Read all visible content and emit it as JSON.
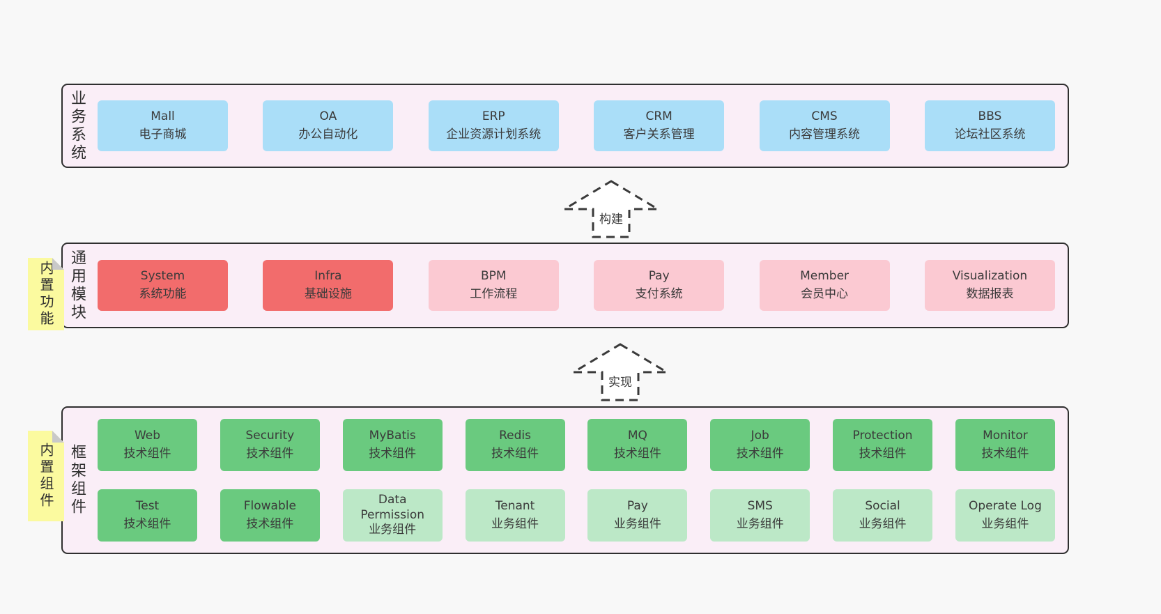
{
  "colors": {
    "background": "#f8f8f8",
    "container_fill": "#faeef7",
    "container_border": "#2f2f2f",
    "blue_box": "#aadef8",
    "red_box": "#f26c6c",
    "pink_box": "#fbc9d2",
    "green_box": "#6aca7f",
    "light_green_box": "#bce8c7",
    "note_yellow": "#fbfa9f",
    "note_fold_gray": "#c9c9c9",
    "text": "#3a3a3a"
  },
  "arrows": [
    {
      "label": "构建"
    },
    {
      "label": "实现"
    }
  ],
  "layers": {
    "business": {
      "label": "业务系统",
      "boxes": [
        {
          "title": "Mall",
          "subtitle": "电子商城"
        },
        {
          "title": "OA",
          "subtitle": "办公自动化"
        },
        {
          "title": "ERP",
          "subtitle": "企业资源计划系统"
        },
        {
          "title": "CRM",
          "subtitle": "客户关系管理"
        },
        {
          "title": "CMS",
          "subtitle": "内容管理系统"
        },
        {
          "title": "BBS",
          "subtitle": "论坛社区系统"
        }
      ]
    },
    "modules": {
      "label": "通用模块",
      "note": "内置功能",
      "boxes": [
        {
          "title": "System",
          "subtitle": "系统功能",
          "variant": "red"
        },
        {
          "title": "Infra",
          "subtitle": "基础设施",
          "variant": "red"
        },
        {
          "title": "BPM",
          "subtitle": "工作流程",
          "variant": "pink"
        },
        {
          "title": "Pay",
          "subtitle": "支付系统",
          "variant": "pink"
        },
        {
          "title": "Member",
          "subtitle": "会员中心",
          "variant": "pink"
        },
        {
          "title": "Visualization",
          "subtitle": "数据报表",
          "variant": "pink"
        }
      ]
    },
    "components": {
      "label": "框架组件",
      "note": "内置组件",
      "row1": [
        {
          "title": "Web",
          "subtitle": "技术组件",
          "variant": "green"
        },
        {
          "title": "Security",
          "subtitle": "技术组件",
          "variant": "green"
        },
        {
          "title": "MyBatis",
          "subtitle": "技术组件",
          "variant": "green"
        },
        {
          "title": "Redis",
          "subtitle": "技术组件",
          "variant": "green"
        },
        {
          "title": "MQ",
          "subtitle": "技术组件",
          "variant": "green"
        },
        {
          "title": "Job",
          "subtitle": "技术组件",
          "variant": "green"
        },
        {
          "title": "Protection",
          "subtitle": "技术组件",
          "variant": "green"
        },
        {
          "title": "Monitor",
          "subtitle": "技术组件",
          "variant": "green"
        }
      ],
      "row2": [
        {
          "title": "Test",
          "subtitle": "技术组件",
          "variant": "green"
        },
        {
          "title": "Flowable",
          "subtitle": "技术组件",
          "variant": "green"
        },
        {
          "title": "Data Permission",
          "subtitle": "业务组件",
          "variant": "light-green"
        },
        {
          "title": "Tenant",
          "subtitle": "业务组件",
          "variant": "light-green"
        },
        {
          "title": "Pay",
          "subtitle": "业务组件",
          "variant": "light-green"
        },
        {
          "title": "SMS",
          "subtitle": "业务组件",
          "variant": "light-green"
        },
        {
          "title": "Social",
          "subtitle": "业务组件",
          "variant": "light-green"
        },
        {
          "title": "Operate Log",
          "subtitle": "业务组件",
          "variant": "light-green"
        }
      ]
    }
  }
}
